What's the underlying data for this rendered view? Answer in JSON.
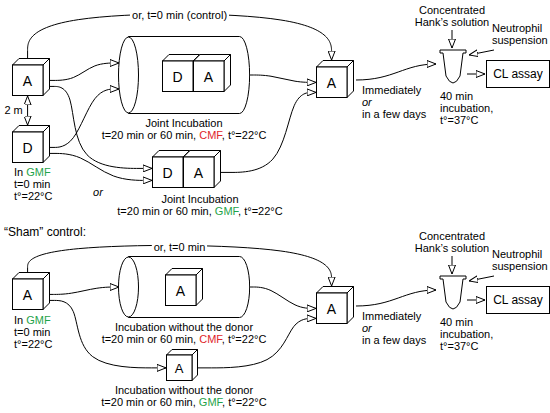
{
  "diagram": {
    "nodes": [
      {
        "text": [
          "A"
        ]
      },
      {
        "text": [
          "Joint Incubation",
          "t=20 min or 60 min,",
          "CMF",
          ", t°=22°C"
        ]
      },
      {
        "text": [
          "D"
        ],
        "in": 1
      },
      {
        "text": [
          "A"
        ],
        "in": 1
      },
      {
        "text": [
          "A"
        ]
      },
      {
        "text": [
          "CL assay"
        ]
      },
      {
        "text": [
          "D"
        ]
      },
      {
        "text": [
          "D"
        ]
      },
      {
        "text": [
          "A"
        ]
      },
      {
        "text": [
          "A"
        ]
      },
      {
        "text": [
          "Incubation without the donor",
          "t=20 min or 60 min,",
          "CMF",
          ", t°=22°C"
        ]
      },
      {
        "text": [
          "A"
        ],
        "in": 10
      },
      {
        "text": [
          "A"
        ]
      },
      {
        "text": [
          "CL assay"
        ]
      },
      {
        "text": [
          "A"
        ]
      }
    ],
    "edges": [
      {
        "from": 0,
        "to": 4,
        "arrow": "to",
        "label": "or, t=0 min (control)"
      },
      {
        "from": 0,
        "to": 6,
        "arrow": "both",
        "label": "2 m"
      },
      {
        "from": 0,
        "to": 1,
        "arrow": "to"
      },
      {
        "from": 6,
        "to": 1,
        "arrow": "to"
      },
      {
        "from": 0,
        "to": 7,
        "arrow": "to"
      },
      {
        "from": 6,
        "to": 7,
        "arrow": "to",
        "label": "or"
      },
      {
        "from": 1,
        "to": 4,
        "arrow": "to"
      },
      {
        "from": 8,
        "to": 4,
        "arrow": "to"
      },
      {
        "from": 9,
        "to": 12,
        "arrow": "to",
        "label": "or, t=0 min"
      },
      {
        "from": 9,
        "to": 10,
        "arrow": "to"
      },
      {
        "from": 9,
        "to": 14,
        "arrow": "to"
      },
      {
        "from": 10,
        "to": 12,
        "arrow": "to"
      },
      {
        "from": 14,
        "to": 12,
        "arrow": "to"
      }
    ],
    "labels": [
      "In",
      "GMF",
      "t=0 min",
      "t°=22°C",
      "Joint Incubation",
      "t=20 min or 60 min,",
      "GMF",
      ", t°=22°C",
      "Concentrated Hank’s solution",
      "Neutrophil suspension",
      "Immediately",
      "or",
      "in a few days",
      "40 min incubation, t°=37°C",
      "“Sham” control:",
      "In",
      "GMF",
      "t=0 min",
      "t°=22°C",
      "Incubation without the donor",
      "t=20 min or 60 min,",
      "GMF",
      ", t°=22°C",
      "Concentrated Hank’s solution",
      "Neutrophil suspension",
      "Immediately",
      "or",
      "in a few days",
      "40 min incubation, t°=37°C"
    ]
  }
}
